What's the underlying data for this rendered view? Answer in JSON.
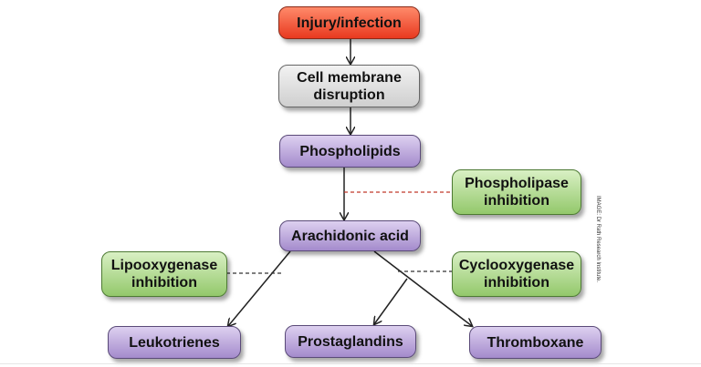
{
  "colors": {
    "trigger": "#e8391f",
    "process": "#cfcfcf",
    "molecule": "#a48bcc",
    "inhibition": "#93c86b",
    "arrow": "#222222",
    "inhibition_line_red": "#c0392b",
    "inhibition_line_dark": "#333333"
  },
  "nodes": {
    "injury": "Injury/infection",
    "cell_membrane": "Cell membrane disruption",
    "phospholipids": "Phospholipids",
    "phospholipase_inhibition": "Phospholipase inhibition",
    "arachidonic_acid": "Arachidonic acid",
    "lipooxygenase_inhibition": "Lipooxygenase inhibition",
    "cyclooxygenase_inhibition": "Cyclooxygenase inhibition",
    "leukotrienes": "Leukotrienes",
    "prostaglandins": "Prostaglandins",
    "thromboxane": "Thromboxane"
  },
  "credit": "IMAGE: Dr Rath Research Institute."
}
